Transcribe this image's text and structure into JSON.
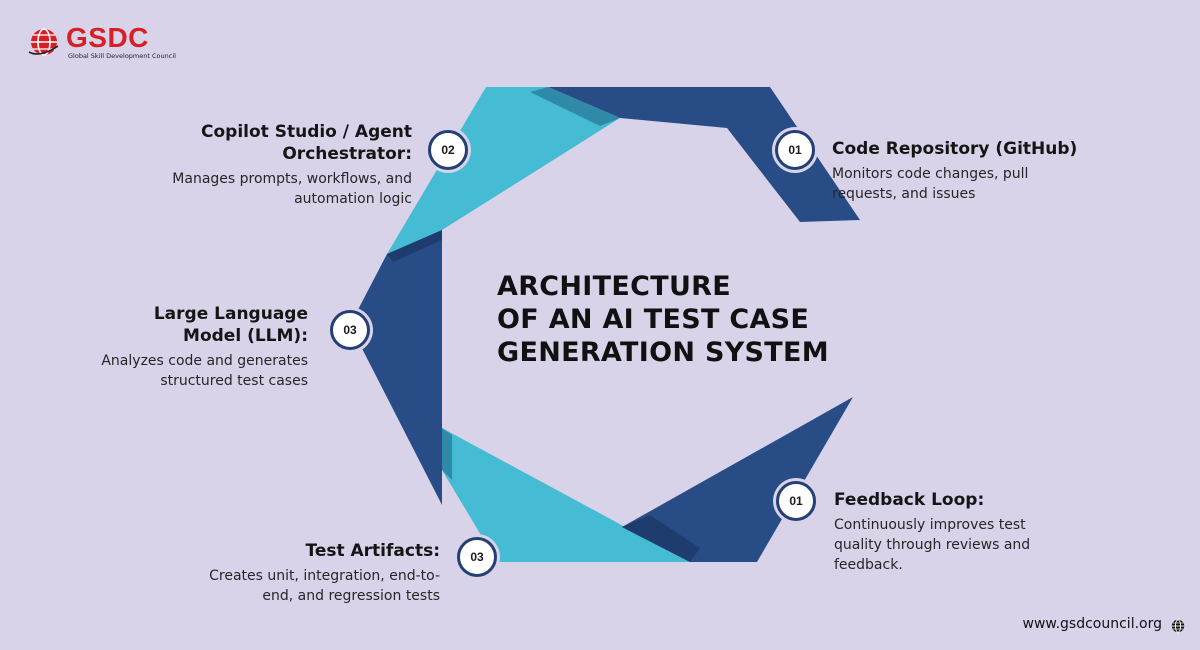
{
  "logo": {
    "name": "GSDC",
    "tagline": "Global Skill Development Council"
  },
  "title_lines": [
    "ARCHITECTURE",
    "OF AN AI TEST CASE",
    "GENERATION SYSTEM"
  ],
  "steps": {
    "code_repo": {
      "number": "01",
      "heading": "Code Repository (GitHub)",
      "description": "Monitors code changes, pull requests, and issues"
    },
    "copilot": {
      "number": "02",
      "heading": "Copilot Studio / Agent Orchestrator:",
      "description": "Manages prompts, workflows, and automation logic"
    },
    "llm": {
      "number": "03",
      "heading": "Large Language Model (LLM):",
      "description": "Analyzes code and generates structured test cases"
    },
    "artifacts": {
      "number": "03",
      "heading": "Test Artifacts:",
      "description": "Creates unit, integration, end-to-end, and regression tests"
    },
    "feedback": {
      "number": "01",
      "heading": "Feedback Loop:",
      "description": "Continuously improves test quality through reviews and feedback."
    }
  },
  "footer": {
    "website": "www.gsdcouncil.org"
  },
  "colors": {
    "background": "#d9d3ea",
    "dark_blue": "#284d86",
    "light_blue": "#46bcd4",
    "brand_red": "#d81f26"
  },
  "icons": [
    "globe-logo-icon",
    "globe-icon"
  ]
}
